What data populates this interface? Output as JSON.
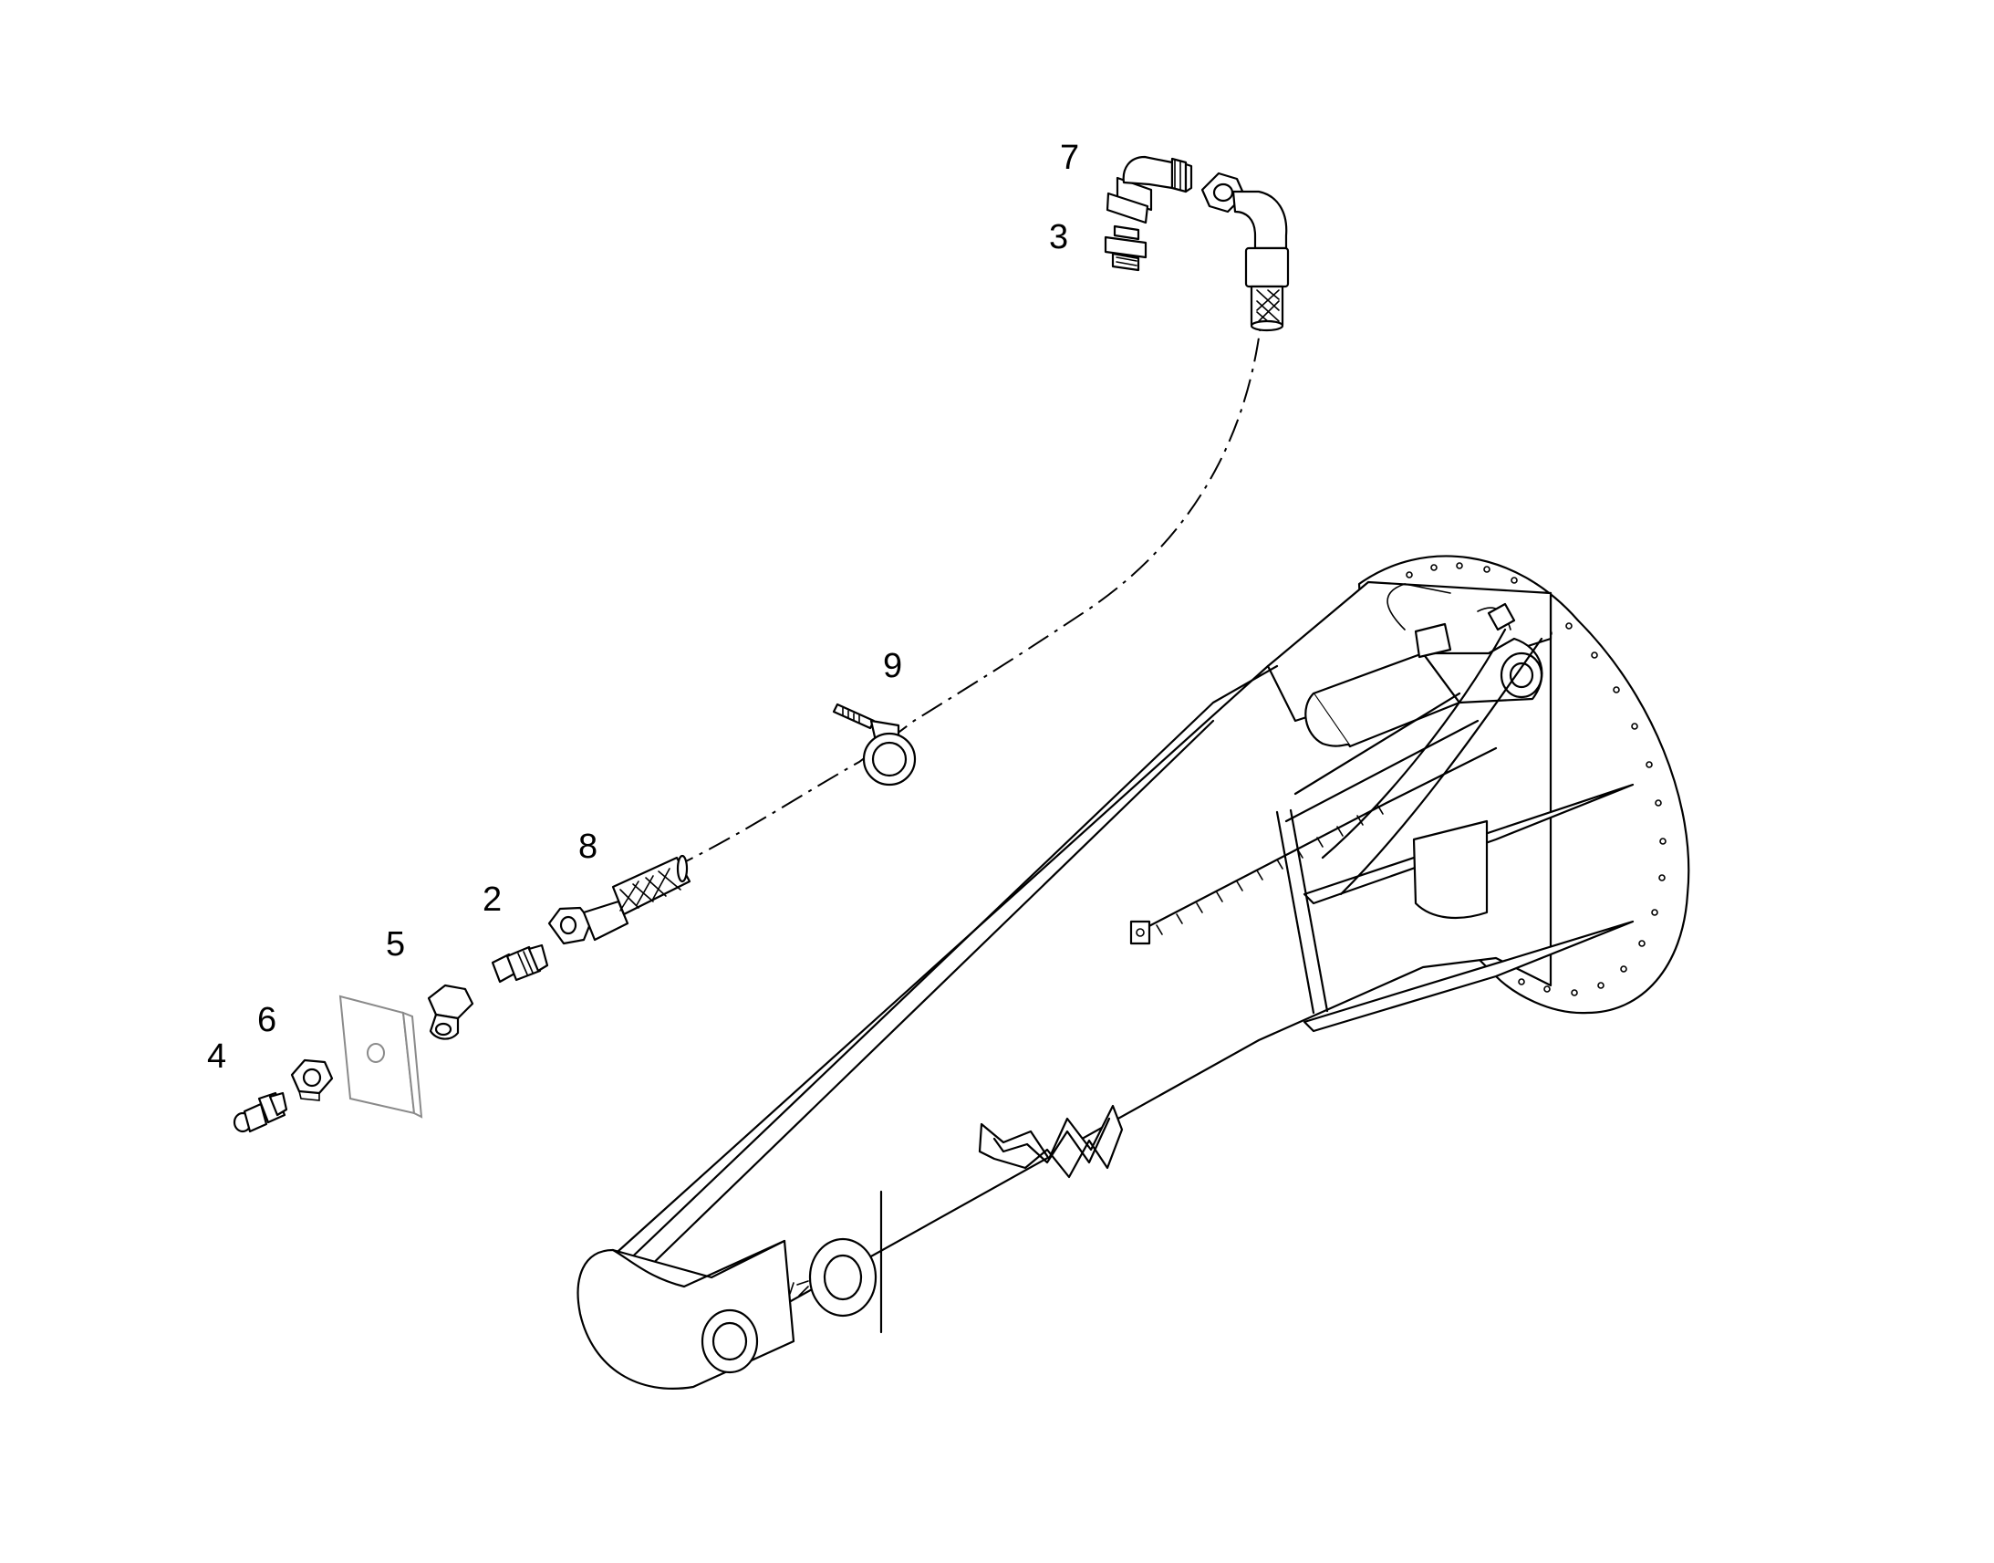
{
  "diagram": {
    "colors": {
      "line": "#000000",
      "background": "#ffffff",
      "plate_outline": "#8a8a8a"
    },
    "callouts": [
      {
        "id": "7",
        "text": "7"
      },
      {
        "id": "3",
        "text": "3"
      },
      {
        "id": "9",
        "text": "9"
      },
      {
        "id": "8",
        "text": "8"
      },
      {
        "id": "2",
        "text": "2"
      },
      {
        "id": "5",
        "text": "5"
      },
      {
        "id": "6",
        "text": "6"
      },
      {
        "id": "4",
        "text": "4"
      }
    ]
  }
}
